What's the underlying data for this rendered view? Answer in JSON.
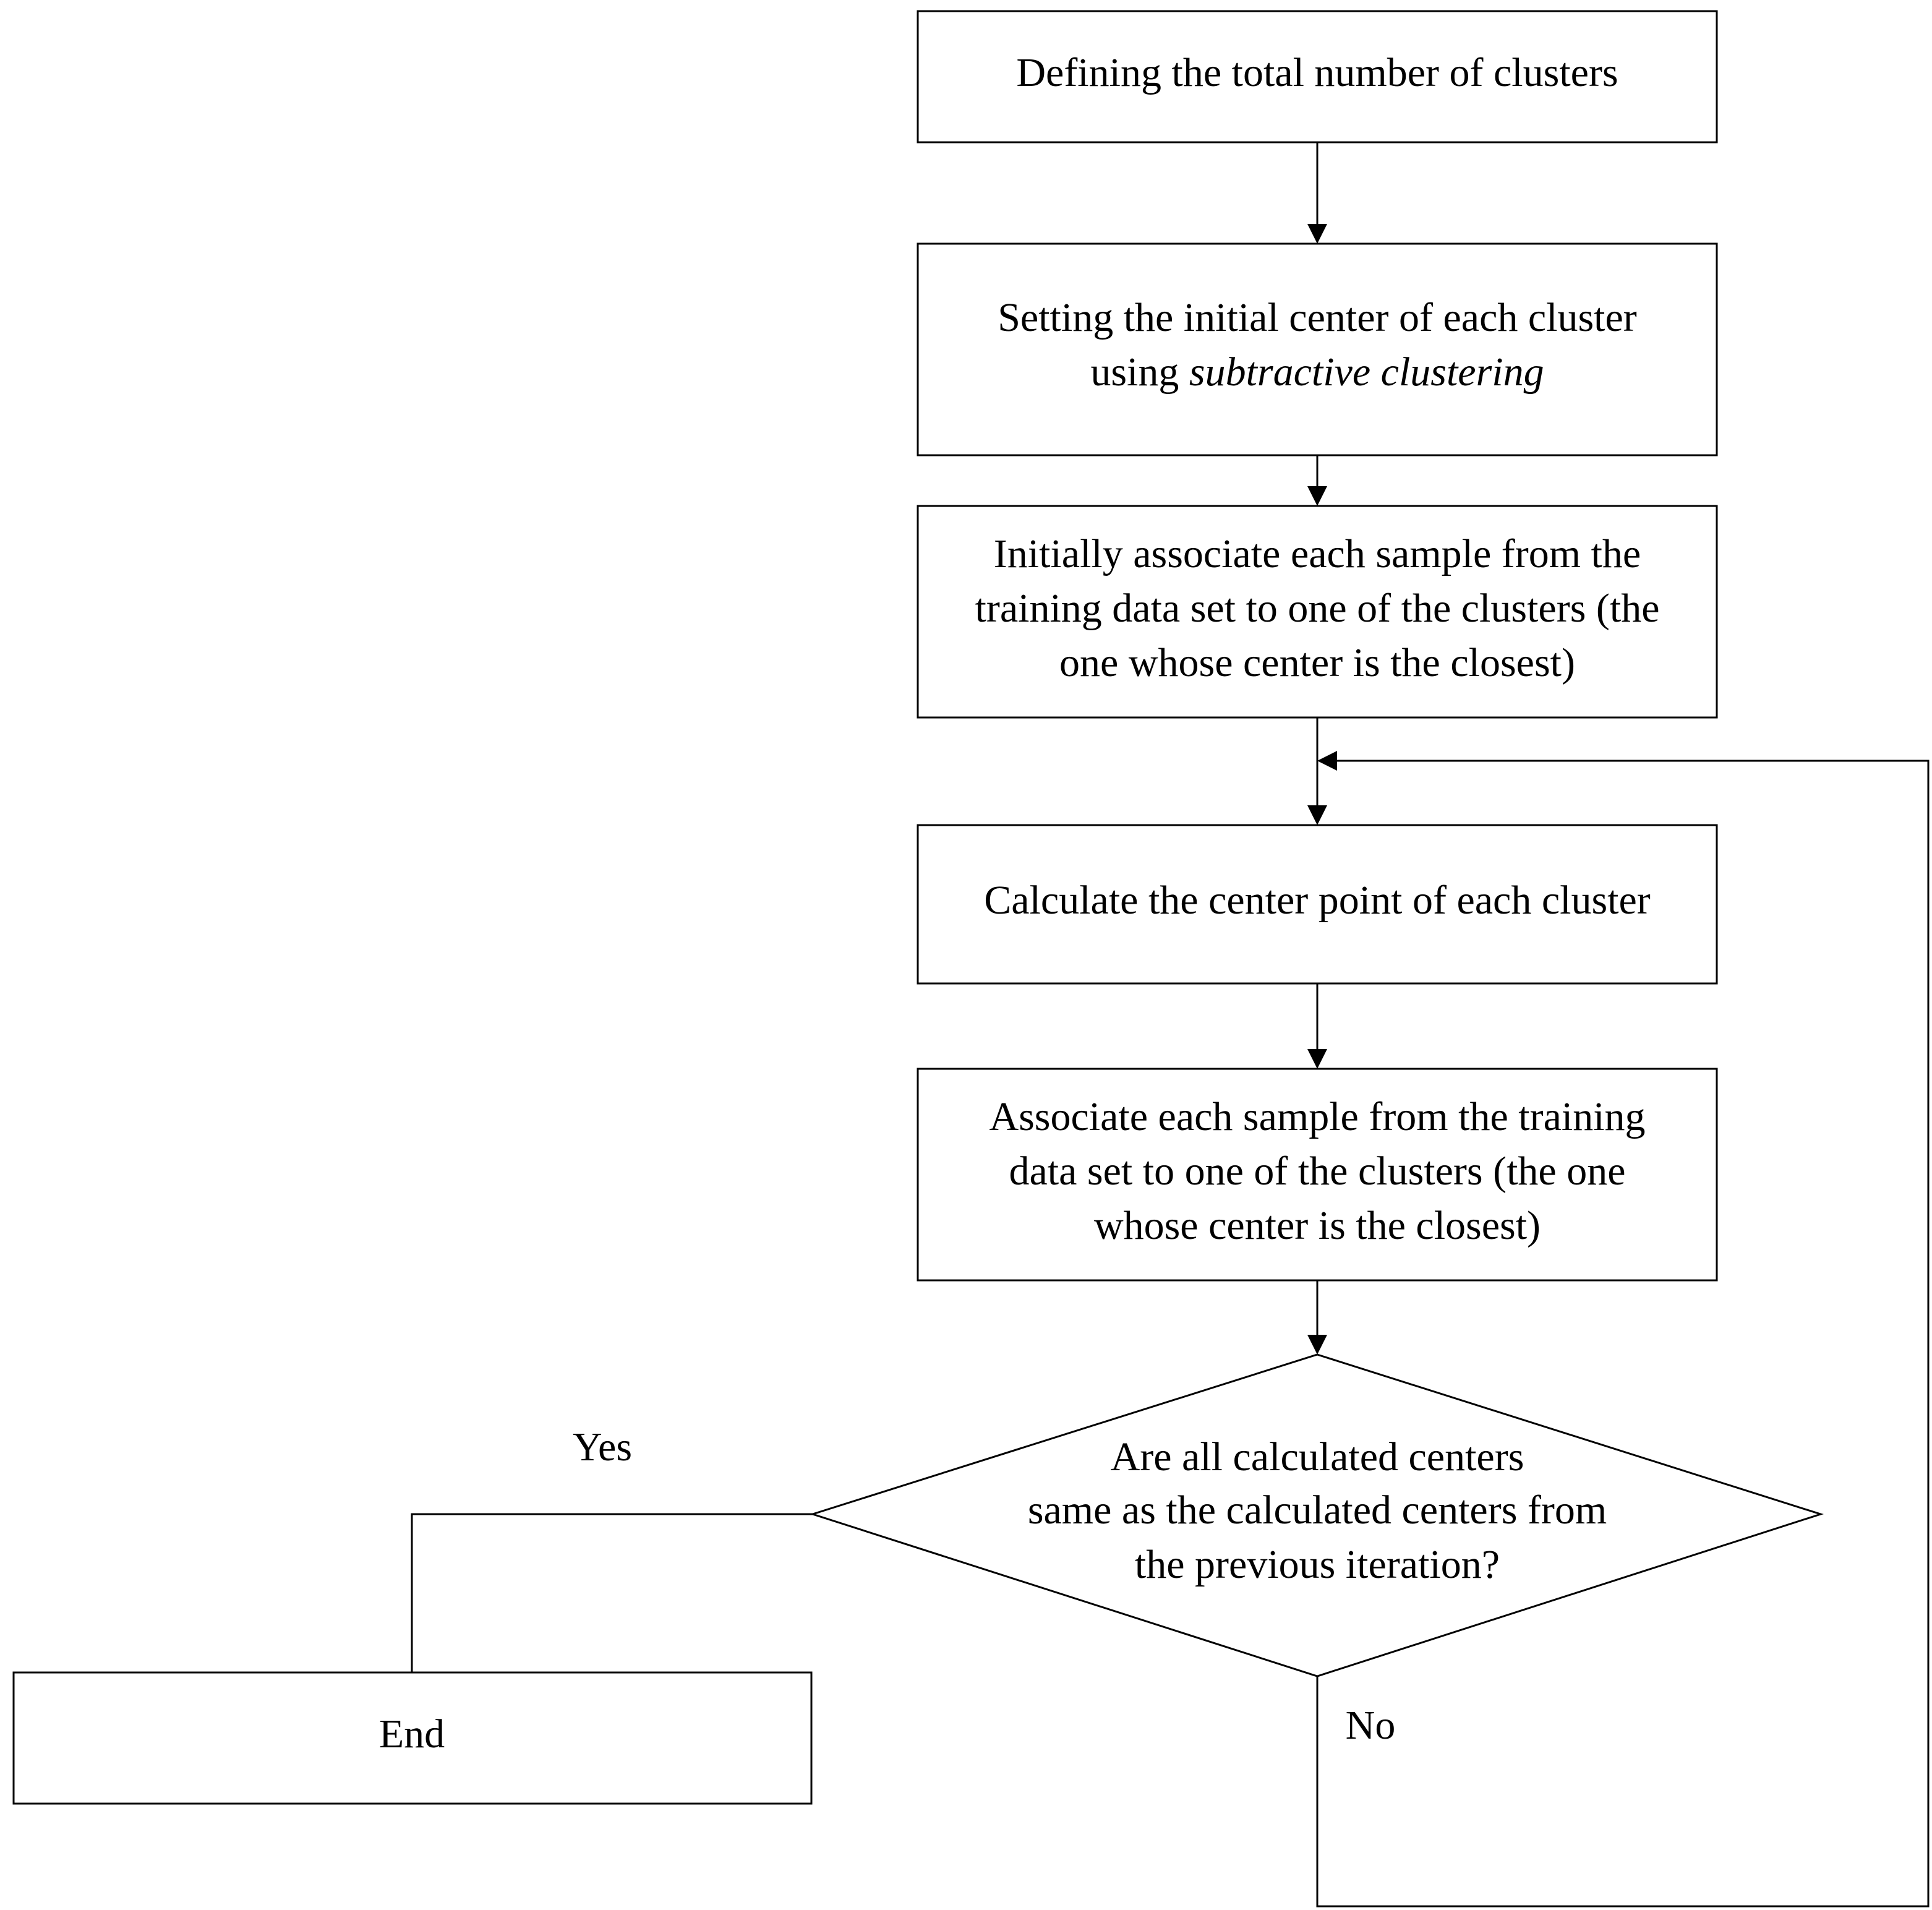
{
  "nodes": {
    "define_clusters": {
      "lines": [
        "Defining the total number of clusters"
      ]
    },
    "set_initial_centers": {
      "line1": "Setting the initial center of each cluster",
      "line2_prefix": "using ",
      "line2_emphasis": "subtractive clustering"
    },
    "initial_association": {
      "lines": [
        "Initially associate each sample from the",
        "training data set to one of the clusters (the",
        "one whose center is the closest)"
      ]
    },
    "calculate_centers": {
      "lines": [
        "Calculate the center point of each cluster"
      ]
    },
    "associate_samples": {
      "lines": [
        "Associate each sample from the training",
        "data set to one of the clusters (the one",
        "whose center is the closest)"
      ]
    },
    "convergence_check": {
      "lines": [
        "Are all calculated centers",
        "same as the calculated centers from",
        "the previous iteration?"
      ]
    },
    "end": {
      "lines": [
        "End"
      ]
    }
  },
  "edges": {
    "yes_label": "Yes",
    "no_label": "No"
  }
}
